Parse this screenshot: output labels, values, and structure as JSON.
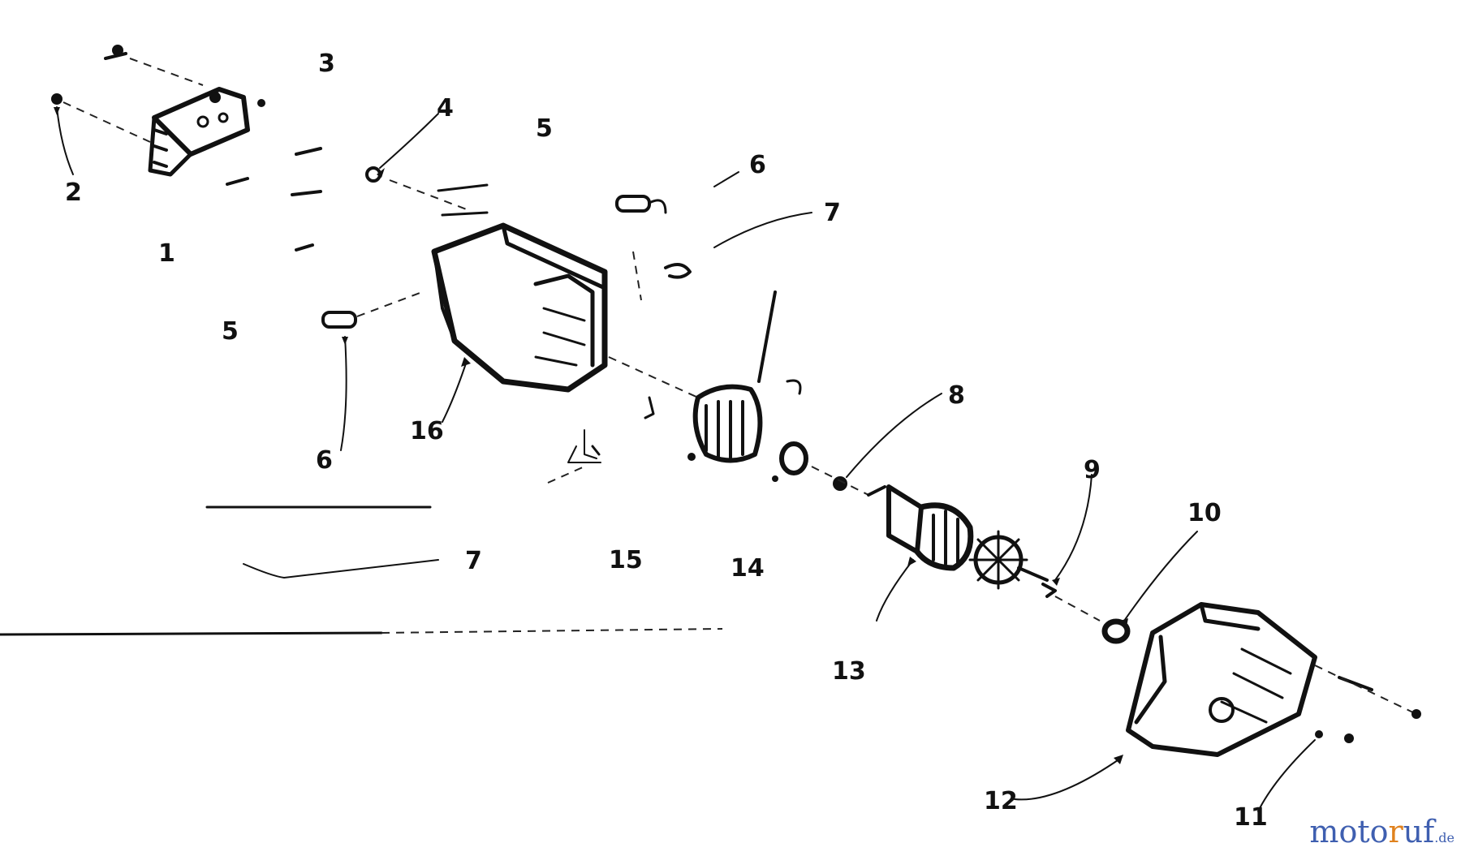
{
  "diagram": {
    "part_numbers": {
      "p1": "1",
      "p2": "2",
      "p3": "3",
      "p4": "4",
      "p5a": "5",
      "p5b": "5",
      "p6a": "6",
      "p6b": "6",
      "p7a": "7",
      "p7b": "7",
      "p8": "8",
      "p9": "9",
      "p10": "10",
      "p11": "11",
      "p12": "12",
      "p13": "13",
      "p14": "14",
      "p15": "15",
      "p16": "16"
    }
  },
  "watermark": {
    "main_left": "moto",
    "accent": "r",
    "main_right": "uf",
    "suffix": ".de"
  },
  "colors": {
    "ink": "#111111",
    "watermark_blue": "#3f5fb0",
    "watermark_orange": "#e0821e"
  }
}
